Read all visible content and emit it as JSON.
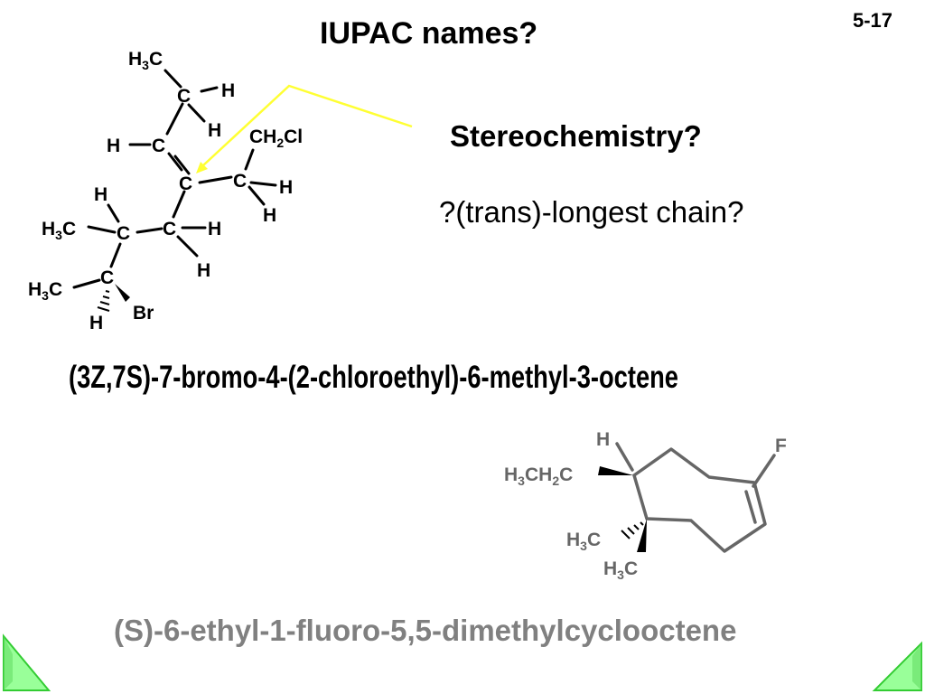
{
  "slide": {
    "number": "5-17",
    "title": "IUPAC names?",
    "stereo_question": "Stereochemistry?",
    "trans_note": "?(trans)-longest chain?",
    "name1": "(3Z,7S)-7-bromo-4-(2-chloroethyl)-6-methyl-3-octene",
    "name2": "(S)-6-ethyl-1-fluoro-5,5-dimethylcyclooctene"
  },
  "molecule1": {
    "labels": {
      "h3c_top": "H3C",
      "c_top": "C",
      "h_top_right": "H",
      "h_top_lower": "H",
      "h_left": "H",
      "c_left": "C",
      "c_center": "C",
      "ch2cl": "CH2Cl",
      "c_right": "C",
      "h_right1": "H",
      "h_right2": "H",
      "h_ch": "H",
      "h3c_mid": "H3C",
      "c_ch": "C",
      "c_ch2": "C",
      "h_ch2_right": "H",
      "h_ch2_down": "H",
      "h3c_low": "H3C",
      "c_low": "C",
      "h_low": "H",
      "br": "Br"
    }
  },
  "molecule2": {
    "labels": {
      "h": "H",
      "f": "F",
      "h3ch2c": "H3CH2C",
      "h3c_a": "H3C",
      "h3c_b": "H3C"
    }
  },
  "colors": {
    "arrow": "#ffff33",
    "nav_fill": "#99ff99",
    "nav_stroke": "#33cc33",
    "gray_text": "#808080",
    "ring_stroke": "#666666"
  },
  "icons": {
    "nav_prev": "triangle-back-icon",
    "nav_next": "triangle-forward-icon"
  }
}
